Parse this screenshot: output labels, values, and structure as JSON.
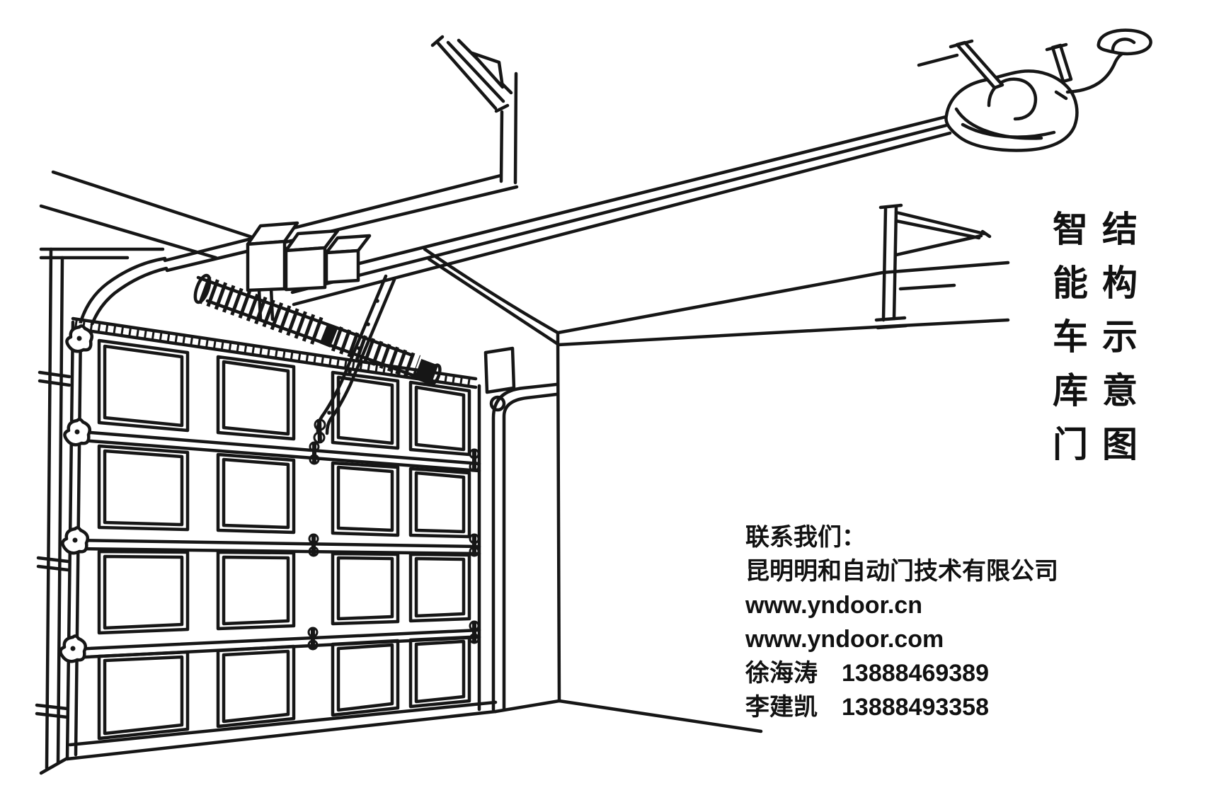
{
  "page": {
    "background": "#ffffff",
    "ink": "#161616"
  },
  "title": {
    "left": {
      "text": "智能车库门",
      "chars": [
        "智",
        "能",
        "车",
        "库",
        "门"
      ]
    },
    "right": {
      "text": "结构示意图",
      "chars": [
        "结",
        "构",
        "示",
        "意",
        "图"
      ]
    }
  },
  "contact": {
    "heading": "联系我们：",
    "company": "昆明明和自动门技术有限公司",
    "websites": [
      "www.yndoor.cn",
      "www.yndoor.com"
    ],
    "people": [
      {
        "name": "徐海涛",
        "phone": "13888469389"
      },
      {
        "name": "李建凯",
        "phone": "13888493358"
      }
    ]
  },
  "diagram": {
    "description": "智能车库门结构示意图：line drawing of a sectional garage door with torsion spring, tracks, ceiling rail, opener motor head and power outlet",
    "parts": [
      "sectional-door-panels",
      "torsion-spring",
      "spring-mounting-blocks",
      "curved-track",
      "horizontal-track",
      "track-hanger-bracket",
      "opener-rail",
      "door-arm",
      "motor-head",
      "hanging-straps",
      "power-cord",
      "ceiling-outlet",
      "wall-corner",
      "ceiling-joists",
      "rear-wall-bracket",
      "door-hinges",
      "roller-brackets",
      "floor-line"
    ]
  }
}
